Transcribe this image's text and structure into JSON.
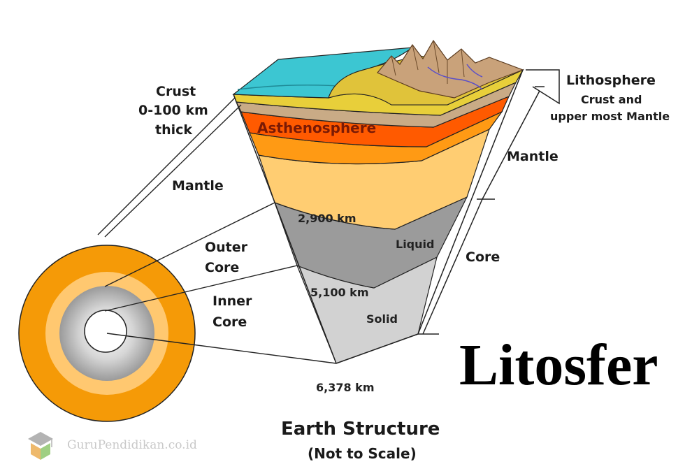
{
  "title": "Litosfer",
  "caption": {
    "main": "Earth Structure",
    "sub": "(Not to Scale)"
  },
  "watermark": {
    "text": "GuruPendidikan.co.id",
    "icon": "graduation-cap-cube-icon"
  },
  "labels": {
    "crust_line1": "Crust",
    "crust_line2": "0-100 km",
    "crust_line3": "thick",
    "mantle_left": "Mantle",
    "outer_core_line1": "Outer",
    "outer_core_line2": "Core",
    "inner_core_line1": "Inner",
    "inner_core_line2": "Core",
    "asthenosphere": "Asthenosphere",
    "depth_2900": "2,900 km",
    "depth_5100": "5,100 km",
    "depth_6378": "6,378 km",
    "liquid": "Liquid",
    "solid": "Solid",
    "lithosphere": "Lithosphere",
    "lithosphere_desc_line1": "Crust and",
    "lithosphere_desc_line2": "upper most Mantle",
    "mantle_right": "Mantle",
    "core_right": "Core"
  },
  "colors": {
    "ocean": "#3cc6d2",
    "crust": "#e8cf3a",
    "upper_mantle": "#c9ab86",
    "asthenosphere": "#ff5a00",
    "mantle_mid": "#ff9a14",
    "mantle_lower": "#ffcd72",
    "outer_core": "#999999",
    "inner_core": "#cfcfcf",
    "globe_mantle": "#f59a07",
    "globe_outer_core": "#ffc870"
  }
}
